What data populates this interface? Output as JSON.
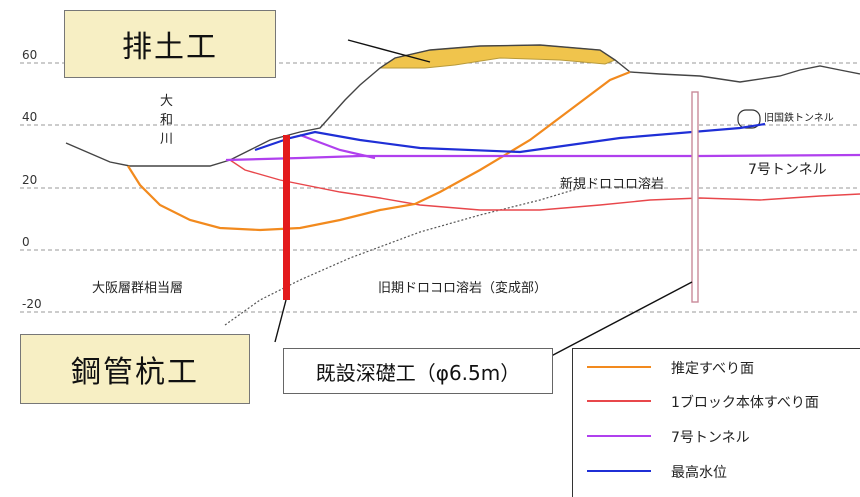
{
  "axis": {
    "ticks": [
      "60",
      "40",
      "20",
      "0",
      "-20"
    ]
  },
  "callouts": {
    "haidoko": "排土工",
    "koukankuiko": "鋼管杭工",
    "kisetsu_shinsokiso": "既設深礎工（φ6.5m）"
  },
  "labels": {
    "river": [
      "大",
      "和",
      "川"
    ],
    "old_tunnel": "旧国鉄トンネル",
    "tunnel7": "7号トンネル",
    "new_lava": "新規ドロコロ溶岩",
    "osaka_group": "大阪層群相当層",
    "old_lava": "旧期ドロコロ溶岩（変成部）"
  },
  "legend": [
    {
      "label": "推定すべり面",
      "color": "#f28a1e"
    },
    {
      "label": "1ブロック本体すべり面",
      "color": "#e8474b"
    },
    {
      "label": "7号トンネル",
      "color": "#b040ee"
    },
    {
      "label": "最高水位",
      "color": "#1f2fd6"
    }
  ],
  "colors": {
    "ground": "#444444",
    "fill_earth": "#f0c44c",
    "pile": "#e31a1c",
    "shaft": "#c98a9a",
    "gridline": "#9a9a9a",
    "strata_boundary": "#555555"
  }
}
